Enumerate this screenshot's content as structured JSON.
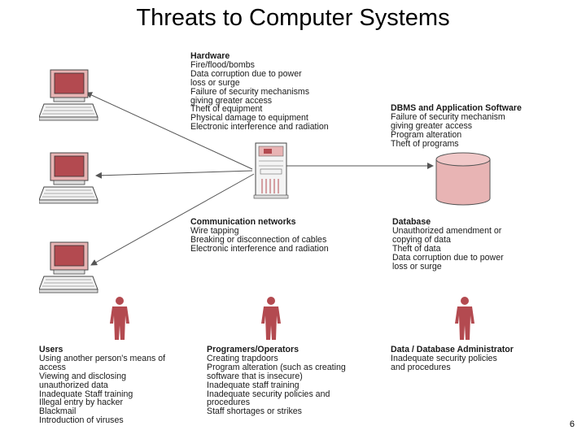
{
  "title": "Threats to Computer Systems",
  "page_number": "6",
  "colors": {
    "accent": "#b34a50",
    "accent_light": "#e8b4b4",
    "line": "#555555"
  },
  "blocks": {
    "hardware": {
      "heading": "Hardware",
      "items": [
        "Fire/flood/bombs",
        "Data corruption due to power",
        "loss or surge",
        "Failure of security mechanisms",
        "giving greater access",
        "Theft of equipment",
        "Physical damage to equipment",
        "Electronic interference and radiation"
      ]
    },
    "dbms": {
      "heading": "DBMS and Application Software",
      "items": [
        "Failure of security mechanism",
        "giving greater access",
        "Program alteration",
        "Theft of programs"
      ]
    },
    "communication": {
      "heading": "Communication networks",
      "items": [
        "Wire tapping",
        "Breaking or disconnection of cables",
        "Electronic interference and radiation"
      ]
    },
    "database": {
      "heading": "Database",
      "items": [
        "Unauthorized amendment or",
        "copying of data",
        "Theft of data",
        "Data corruption due to power",
        "loss or surge"
      ]
    },
    "users": {
      "heading": "Users",
      "items": [
        "Using another person's means of",
        "access",
        "Viewing and disclosing",
        "unauthorized data",
        "Inadequate Staff training",
        "Illegal entry by hacker",
        "Blackmail",
        "Introduction of viruses"
      ]
    },
    "programmers": {
      "heading": "Programers/Operators",
      "items": [
        "Creating trapdoors",
        "Program alteration (such as creating",
        "software that is insecure)",
        "Inadequate staff training",
        "Inadequate security policies and",
        "procedures",
        "Staff shortages or strikes"
      ]
    },
    "dba": {
      "heading": "Data / Database Administrator",
      "items": [
        "Inadequate security policies",
        "and procedures"
      ]
    }
  },
  "icons": {
    "terminals": [
      "computer-terminal-icon",
      "computer-terminal-icon",
      "computer-terminal-icon"
    ],
    "server": "server-tower-icon",
    "database": "database-cylinder-icon",
    "people": [
      "person-icon",
      "person-icon",
      "person-icon"
    ]
  }
}
